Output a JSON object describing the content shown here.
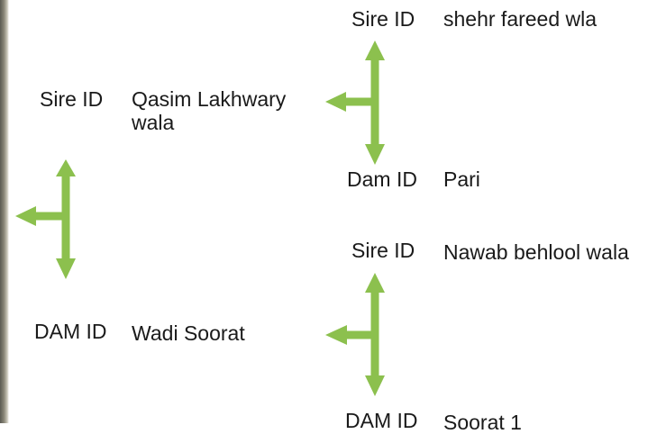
{
  "colors": {
    "arrow": "#8cc04e",
    "text": "#1a1a1a"
  },
  "pedigree": {
    "root": {
      "sire_label": "Sire ID",
      "sire_name": "Qasim Lakhwary wala",
      "dam_label": "DAM ID",
      "dam_name": "Wadi Soorat"
    },
    "sire_parents": {
      "sire_label": "Sire ID",
      "sire_name": "shehr fareed wla",
      "dam_label": "Dam ID",
      "dam_name": "Pari"
    },
    "dam_parents": {
      "sire_label": "Sire ID",
      "sire_name": "Nawab behlool wala",
      "dam_label": "DAM ID",
      "dam_name": "Soorat 1"
    }
  }
}
